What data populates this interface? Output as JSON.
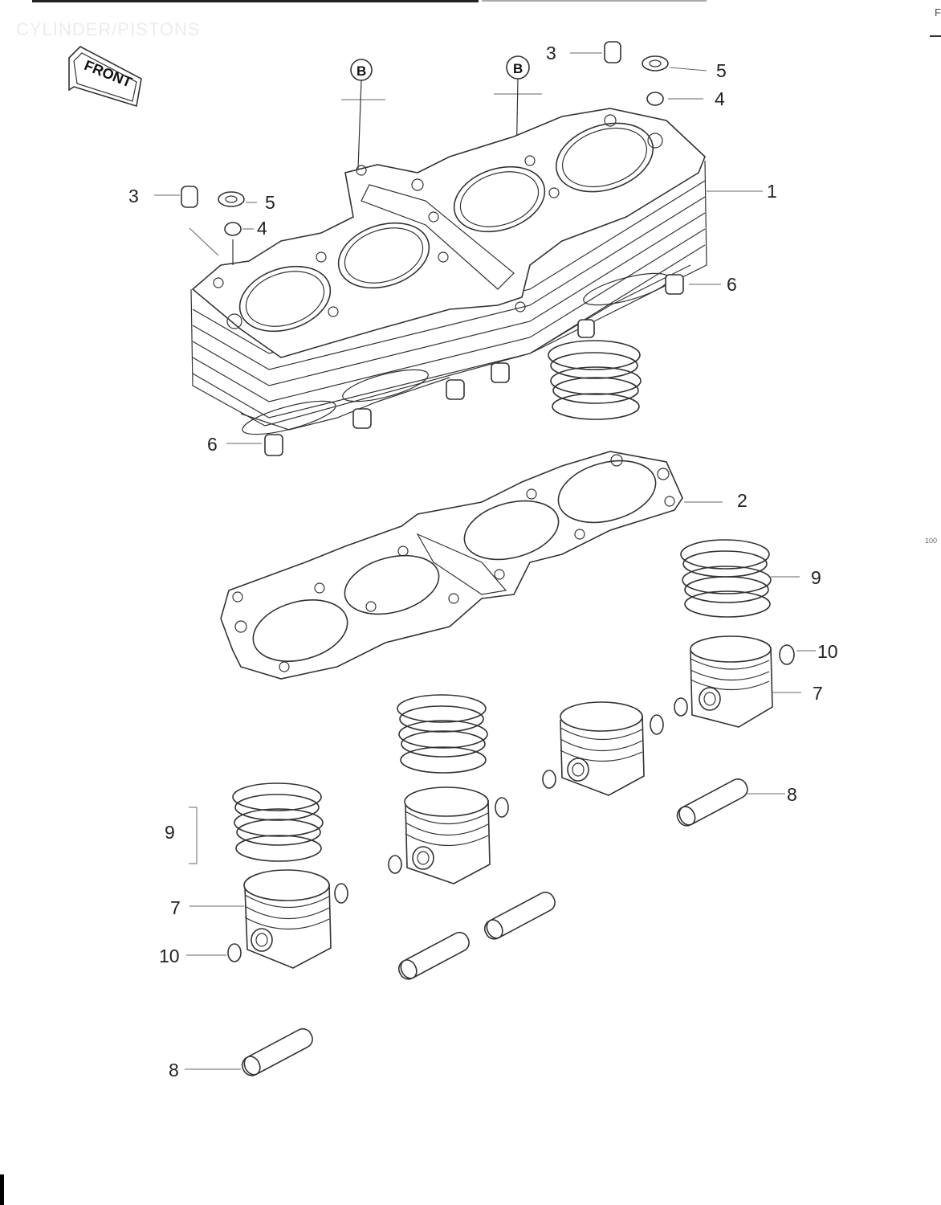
{
  "page": {
    "header_title": "CYLINDER/PISTONS",
    "corner_letter": "F",
    "side_number": "100"
  },
  "markers": {
    "front": "FRONT",
    "b_left": "B",
    "b_right": "B"
  },
  "callouts": {
    "c1": "1",
    "c2": "2",
    "c3_top": "3",
    "c3_left": "3",
    "c4_top": "4",
    "c4_left": "4",
    "c5_top": "5",
    "c5_left": "5",
    "c6_right": "6",
    "c6_left": "6",
    "c7_right": "7",
    "c7_left": "7",
    "c8_right": "8",
    "c8_left": "8",
    "c9_right": "9",
    "c9_left": "9",
    "c10_right": "10",
    "c10_left": "10"
  }
}
